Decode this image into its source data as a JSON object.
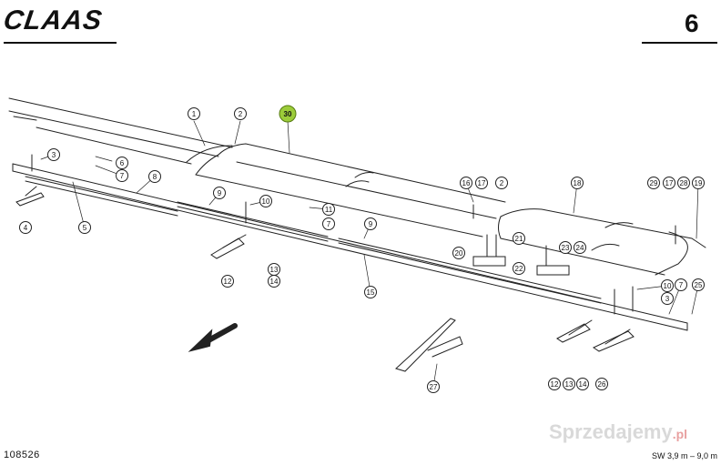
{
  "header": {
    "brand": "CLAAS",
    "page_number": "6"
  },
  "footer": {
    "document_number": "108526",
    "caption": "SW 3,9 m – 9,0 m"
  },
  "watermark": {
    "text": "Sprzedajemy",
    "suffix": ".pl"
  },
  "callouts": [
    {
      "id": "c-1",
      "label": "1"
    },
    {
      "id": "c-2a",
      "label": "2"
    },
    {
      "id": "c-30",
      "label": "30",
      "highlight": true
    },
    {
      "id": "c-3a",
      "label": "3"
    },
    {
      "id": "c-6",
      "label": "6"
    },
    {
      "id": "c-7a",
      "label": "7"
    },
    {
      "id": "c-8",
      "label": "8"
    },
    {
      "id": "c-4",
      "label": "4"
    },
    {
      "id": "c-5",
      "label": "5"
    },
    {
      "id": "c-9a",
      "label": "9"
    },
    {
      "id": "c-10a",
      "label": "10"
    },
    {
      "id": "c-11",
      "label": "11"
    },
    {
      "id": "c-7b",
      "label": "7"
    },
    {
      "id": "c-9b",
      "label": "9"
    },
    {
      "id": "c-13a",
      "label": "13"
    },
    {
      "id": "c-14a",
      "label": "14"
    },
    {
      "id": "c-12a",
      "label": "12"
    },
    {
      "id": "c-15",
      "label": "15"
    },
    {
      "id": "c-16",
      "label": "16"
    },
    {
      "id": "c-17a",
      "label": "17"
    },
    {
      "id": "c-2b",
      "label": "2"
    },
    {
      "id": "c-18",
      "label": "18"
    },
    {
      "id": "c-29",
      "label": "29"
    },
    {
      "id": "c-17b",
      "label": "17"
    },
    {
      "id": "c-28",
      "label": "28"
    },
    {
      "id": "c-19",
      "label": "19"
    },
    {
      "id": "c-21",
      "label": "21"
    },
    {
      "id": "c-20",
      "label": "20"
    },
    {
      "id": "c-23",
      "label": "23"
    },
    {
      "id": "c-24",
      "label": "24"
    },
    {
      "id": "c-22",
      "label": "22"
    },
    {
      "id": "c-10b",
      "label": "10"
    },
    {
      "id": "c-3b",
      "label": "3"
    },
    {
      "id": "c-7c",
      "label": "7"
    },
    {
      "id": "c-25",
      "label": "25"
    },
    {
      "id": "c-27",
      "label": "27"
    },
    {
      "id": "c-12b",
      "label": "12"
    },
    {
      "id": "c-13b",
      "label": "13"
    },
    {
      "id": "c-14b",
      "label": "14"
    },
    {
      "id": "c-26",
      "label": "26"
    }
  ]
}
